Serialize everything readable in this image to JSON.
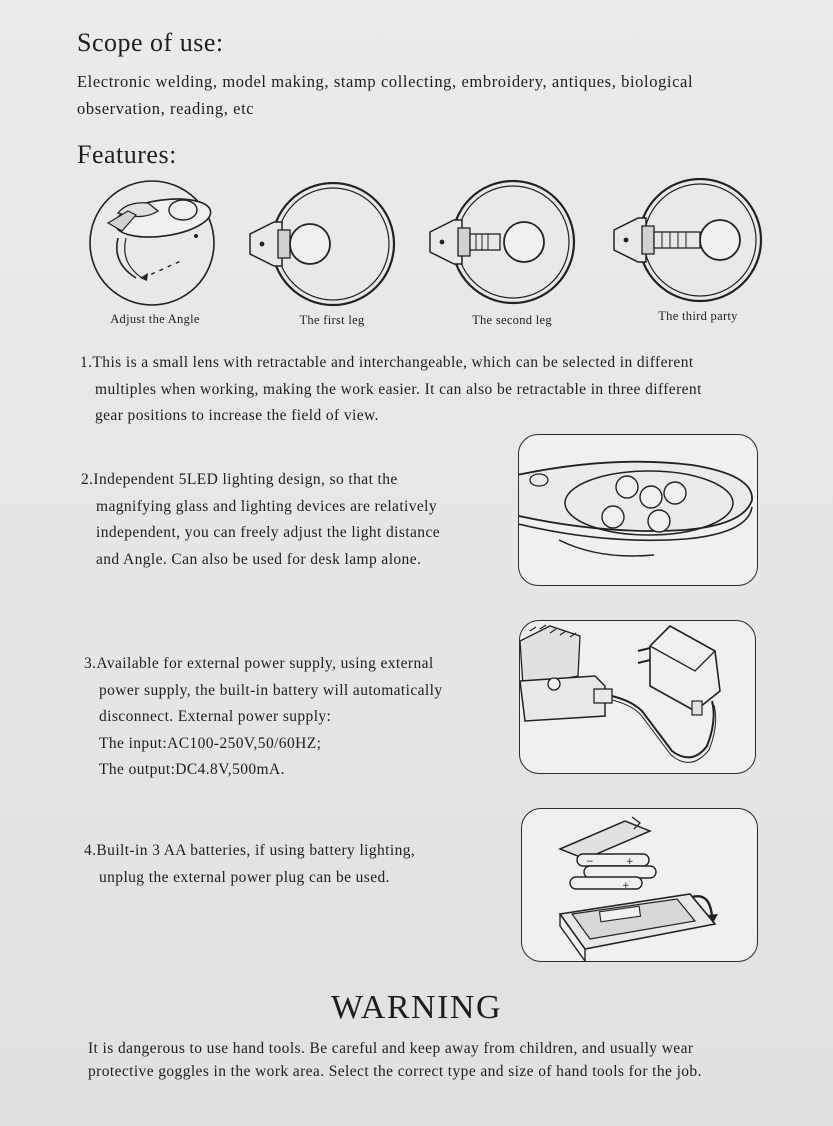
{
  "scope": {
    "heading": "Scope of use:",
    "line1": "Electronic welding, model making, stamp collecting, embroidery, antiques, biological",
    "line2": "observation, reading, etc"
  },
  "features": {
    "heading": "Features:",
    "diagrams": [
      {
        "caption": "Adjust the Angle"
      },
      {
        "caption": "The first leg"
      },
      {
        "caption": "The second leg"
      },
      {
        "caption": "The third party"
      }
    ],
    "item1": {
      "line1": "1.This is a small lens with retractable and interchangeable, which can be selected in different",
      "line2": "multiples when working, making the work easier. It can also be retractable in three different",
      "line3": "gear positions to increase the field of view."
    },
    "item2": {
      "line1": "2.Independent 5LED lighting design, so that the",
      "line2": "magnifying glass and lighting devices are relatively",
      "line3": "independent, you can freely adjust the light distance",
      "line4": "and Angle. Can also be used for desk lamp alone."
    },
    "item3": {
      "line1": "3.Available for external power supply, using external",
      "line2": "power supply, the built-in battery will automatically",
      "line3": "disconnect. External power supply:",
      "line4": "The input:AC100-250V,50/60HZ;",
      "line5": "The output:DC4.8V,500mA."
    },
    "item4": {
      "line1": "4.Built-in 3 AA batteries, if using battery lighting,",
      "line2": "unplug the external power plug can be used."
    }
  },
  "warning": {
    "title": "WARNING",
    "line1": "It is dangerous to use hand tools. Be careful and keep away from children, and usually wear",
    "line2": "protective goggles in the work area. Select the correct type and size of hand tools for the job."
  }
}
